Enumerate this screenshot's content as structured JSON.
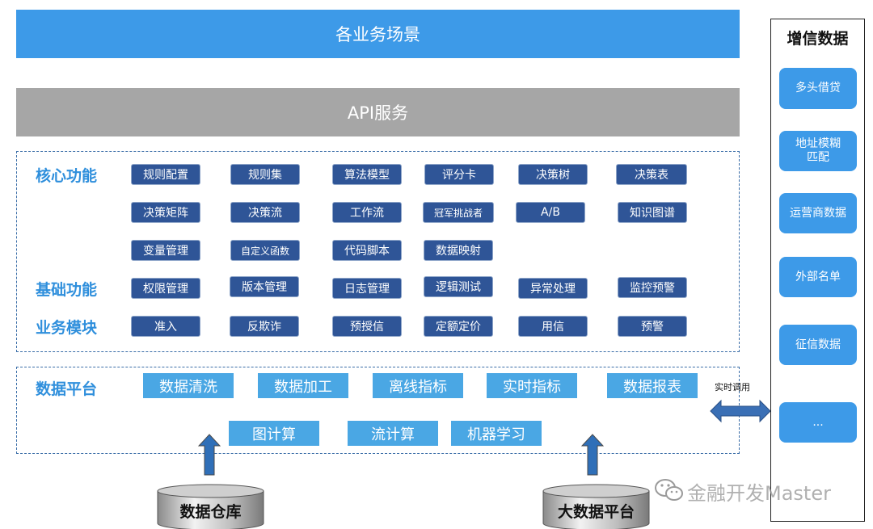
{
  "top_banner": "各业务场景",
  "api_banner": "API服务",
  "sections": {
    "core": "核心功能",
    "basic": "基础功能",
    "business": "业务模块",
    "data_platform": "数据平台"
  },
  "core_modules": [
    "规则配置",
    "规则集",
    "算法模型",
    "评分卡",
    "决策树",
    "决策表",
    "决策矩阵",
    "决策流",
    "工作流",
    "冠军挑战者",
    "A/B",
    "知识图谱",
    "变量管理",
    "自定义函数",
    "代码脚本",
    "数据映射"
  ],
  "basic_modules": [
    "权限管理",
    "版本管理",
    "日志管理",
    "逻辑测试",
    "异常处理",
    "监控预警"
  ],
  "business_modules": [
    "准入",
    "反欺诈",
    "预授信",
    "定额定价",
    "用信",
    "预警"
  ],
  "platform_row1": [
    "数据清洗",
    "数据加工",
    "离线指标",
    "实时指标",
    "数据报表"
  ],
  "platform_row2": [
    "图计算",
    "流计算",
    "机器学习"
  ],
  "realtime_call": "实时调用",
  "sources": [
    "数据仓库",
    "大数据平台"
  ],
  "side_panel": {
    "title": "增信数据",
    "items": [
      "多头借贷",
      "地址模糊匹配",
      "运营商数据",
      "外部名单",
      "征信数据",
      "..."
    ]
  },
  "watermark": "金融开发Master",
  "colors": {
    "primary": "#3d9ae8",
    "module": "#2f5597",
    "grey": "#a6a6a6",
    "label": "#2f8fdc"
  }
}
